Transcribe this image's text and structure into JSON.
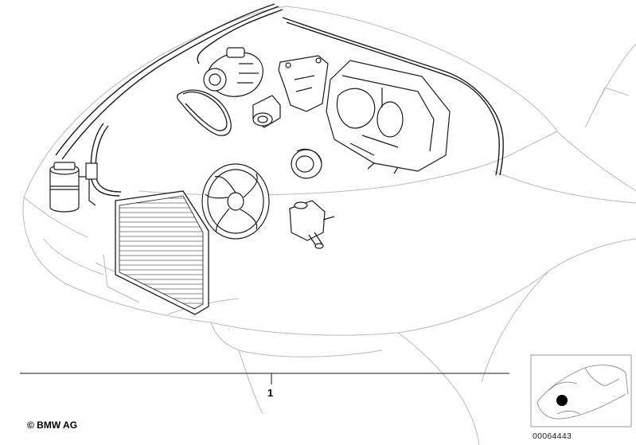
{
  "callout_label": "1",
  "copyright": "© BMW AG",
  "part_number": "00064443"
}
